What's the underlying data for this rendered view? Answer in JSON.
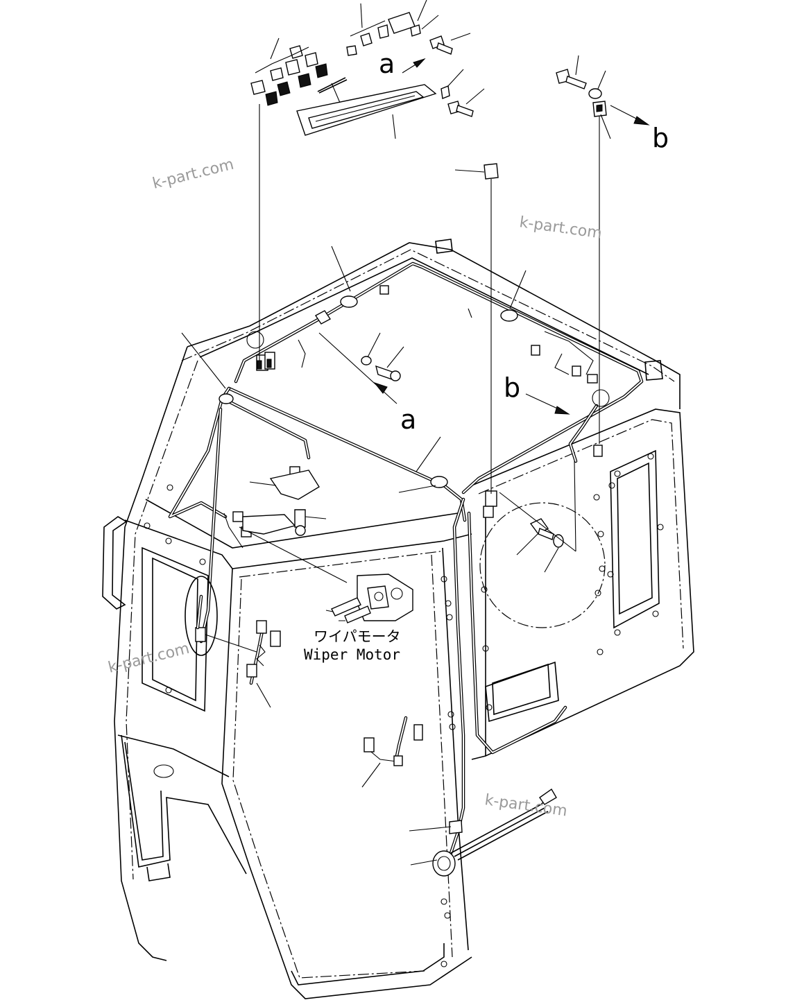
{
  "labels": {
    "wiper_jp": "ワイパモータ",
    "wiper_en": "Wiper Motor",
    "ref_a": "a",
    "ref_b": "b"
  },
  "watermarks": [
    "k-part.com",
    "k-part.com",
    "k-part.com",
    "k-part.com"
  ],
  "colors": {
    "line": "#000000",
    "background": "#ffffff",
    "watermark": "#9a9a9a"
  }
}
